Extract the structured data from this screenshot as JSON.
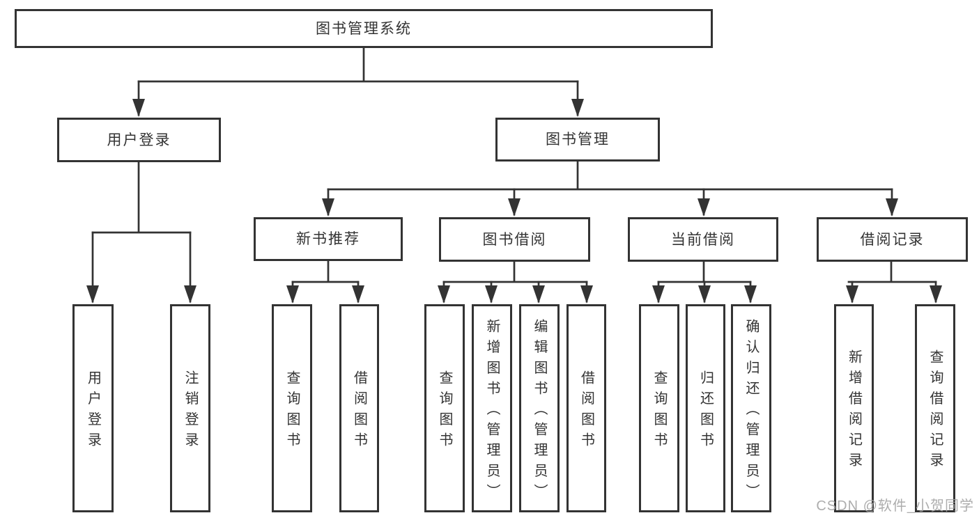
{
  "diagram": {
    "root": {
      "label": "图书管理系统"
    },
    "level2": [
      {
        "id": "user-login",
        "label": "用户登录"
      },
      {
        "id": "book-management",
        "label": "图书管理"
      }
    ],
    "level3": [
      {
        "id": "new-book-recommend",
        "label": "新书推荐"
      },
      {
        "id": "book-borrowing",
        "label": "图书借阅"
      },
      {
        "id": "current-borrowing",
        "label": "当前借阅"
      },
      {
        "id": "borrowing-records",
        "label": "借阅记录"
      }
    ],
    "leaves": [
      {
        "parent": "user-login",
        "label": "用户登录"
      },
      {
        "parent": "user-login",
        "label": "注销登录"
      },
      {
        "parent": "new-book-recommend",
        "label": "查询图书"
      },
      {
        "parent": "new-book-recommend",
        "label": "借阅图书"
      },
      {
        "parent": "book-borrowing",
        "label": "查询图书"
      },
      {
        "parent": "book-borrowing",
        "label": "新增图书（管理员）"
      },
      {
        "parent": "book-borrowing",
        "label": "编辑图书（管理员）"
      },
      {
        "parent": "book-borrowing",
        "label": "借阅图书"
      },
      {
        "parent": "current-borrowing",
        "label": "查询图书"
      },
      {
        "parent": "current-borrowing",
        "label": "归还图书"
      },
      {
        "parent": "current-borrowing",
        "label": "确认归还（管理员）"
      },
      {
        "parent": "borrowing-records",
        "label": "新增借阅记录"
      },
      {
        "parent": "borrowing-records",
        "label": "查询借阅记录"
      }
    ]
  },
  "watermark": {
    "text": "CSDN @软件_小贺同学",
    "color": "#a4a4a4"
  },
  "colors": {
    "line": "#333333",
    "box_border": "#333333",
    "text": "#333333",
    "background": "#ffffff"
  }
}
